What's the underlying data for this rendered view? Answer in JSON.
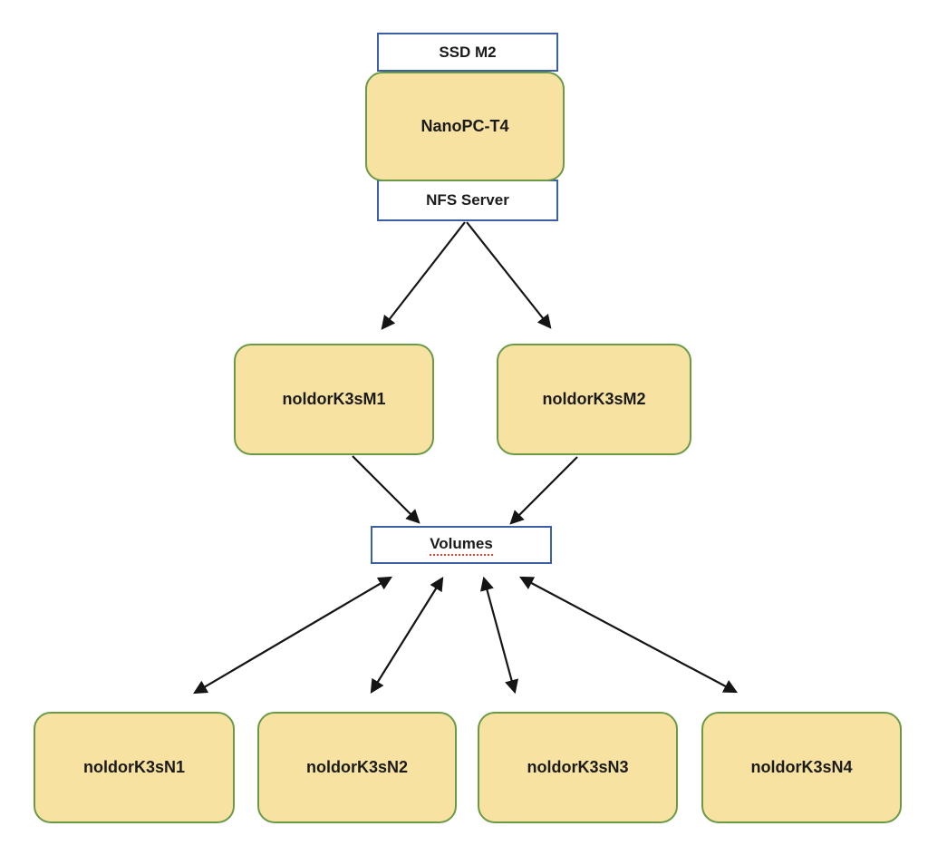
{
  "diagram": {
    "nodes": {
      "ssd_m2": {
        "label": "SSD M2",
        "type": "label"
      },
      "nanopc": {
        "label": "NanoPC-T4",
        "type": "device"
      },
      "nfs": {
        "label": "NFS Server",
        "type": "label"
      },
      "master1": {
        "label": "noldorK3sM1",
        "type": "device"
      },
      "master2": {
        "label": "noldorK3sM2",
        "type": "device"
      },
      "volumes": {
        "label": "Volumes",
        "type": "label",
        "spellcheck_underline": true
      },
      "node1": {
        "label": "noldorK3sN1",
        "type": "device"
      },
      "node2": {
        "label": "noldorK3sN2",
        "type": "device"
      },
      "node3": {
        "label": "noldorK3sN3",
        "type": "device"
      },
      "node4": {
        "label": "noldorK3sN4",
        "type": "device"
      }
    },
    "edges": [
      {
        "from": "nfs",
        "to": "master1",
        "bidirectional": false
      },
      {
        "from": "nfs",
        "to": "master2",
        "bidirectional": false
      },
      {
        "from": "master1",
        "to": "volumes",
        "bidirectional": false
      },
      {
        "from": "master2",
        "to": "volumes",
        "bidirectional": false
      },
      {
        "from": "volumes",
        "to": "node1",
        "bidirectional": true
      },
      {
        "from": "volumes",
        "to": "node2",
        "bidirectional": true
      },
      {
        "from": "volumes",
        "to": "node3",
        "bidirectional": true
      },
      {
        "from": "volumes",
        "to": "node4",
        "bidirectional": true
      }
    ],
    "colors": {
      "device_fill": "#F7E2A2",
      "device_border": "#6B9A47",
      "label_fill": "#FFFFFF",
      "label_border": "#3C5FA6",
      "arrow": "#151515",
      "text": "#1B1B1B",
      "spellcheck_underline": "#E2402F",
      "background": "#FFFFFF"
    }
  }
}
